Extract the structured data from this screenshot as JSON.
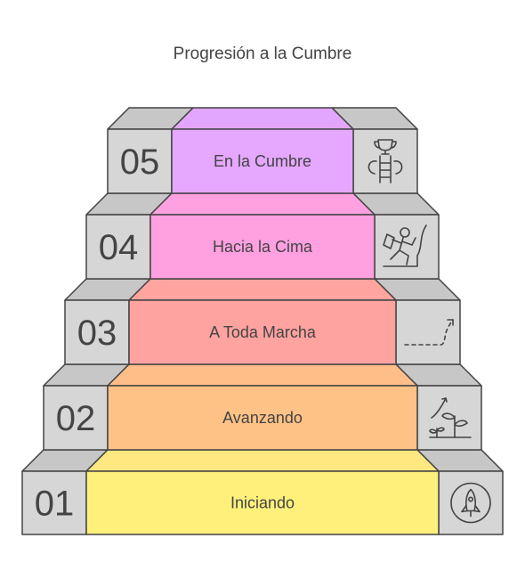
{
  "title": "Progresión a la Cumbre",
  "colors": {
    "block_face": "#d6d6d6",
    "block_top": "#c7c7c7",
    "stroke": "#444444",
    "text": "#444444"
  },
  "steps": [
    {
      "number": "01",
      "label": "Iniciando",
      "color": "#fff07c",
      "top_color": "#ffe880",
      "icon": "rocket-icon"
    },
    {
      "number": "02",
      "label": "Avanzando",
      "color": "#ffc286",
      "top_color": "#ffbd88",
      "icon": "growing-plant-icon"
    },
    {
      "number": "03",
      "label": "A Toda Marcha",
      "color": "#ffa3a0",
      "top_color": "#ffa49f",
      "icon": "rising-arrow-icon"
    },
    {
      "number": "04",
      "label": "Hacia la Cima",
      "color": "#ffa0e1",
      "top_color": "#ffa1e0",
      "icon": "climber-icon"
    },
    {
      "number": "05",
      "label": "En la Cumbre",
      "color": "#e5a7ff",
      "top_color": "#e3a6ff",
      "icon": "trophy-ladder-icon"
    }
  ]
}
